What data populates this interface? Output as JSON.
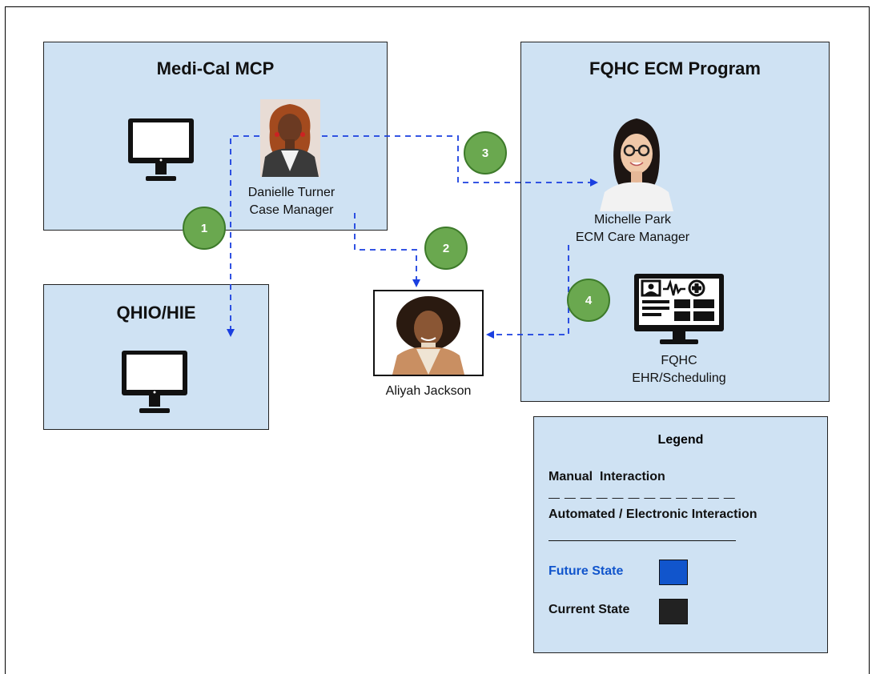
{
  "boxes": {
    "medi_cal": {
      "title": "Medi-Cal MCP"
    },
    "fqhc": {
      "title": "FQHC ECM Program"
    },
    "qhio": {
      "title": "QHIO/HIE"
    }
  },
  "people": {
    "danielle": {
      "name": "Danielle Turner",
      "role": "Case Manager"
    },
    "michelle": {
      "name": "Michelle Park",
      "role": "ECM Care Manager"
    },
    "aliyah": {
      "name": "Aliyah Jackson"
    }
  },
  "fqhc_system": {
    "line1": "FQHC",
    "line2": "EHR/Scheduling"
  },
  "steps": [
    "1",
    "2",
    "3",
    "4"
  ],
  "legend": {
    "title": "Legend",
    "manual": "Manual  Interaction",
    "dashes": "— — — — — — — — — — — —",
    "automated": "Automated / Electronic Interaction",
    "future": "Future State",
    "current": "Current State"
  },
  "colors": {
    "box_fill": "#cfe2f3",
    "arrow_blue": "#1a3fe0",
    "badge_green": "#6aa84f",
    "future_blue": "#1155cc",
    "current_black": "#222222"
  },
  "icons": {
    "computer": "desktop-monitor-icon",
    "ehr": "ehr-monitor-icon"
  }
}
